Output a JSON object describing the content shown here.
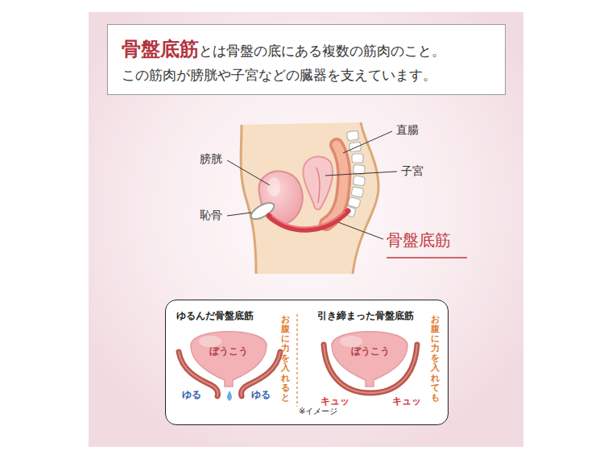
{
  "diagram": {
    "nodes": [
      {
        "text": [
          "骨盤底筋",
          "とは骨盤の底にある複数の筋肉のこと。",
          "この筋肉が膀胱や子宮などの臓器を支えています。"
        ]
      },
      {
        "text": [
          "※イメージ"
        ]
      },
      {
        "text": [
          "ゆるんだ骨盤底筋",
          "ぼうこう"
        ],
        "in": 1
      },
      {
        "text": [
          "引き締まった骨盤底筋",
          "ぼうこう"
        ],
        "in": 1
      }
    ],
    "labels": [
      "膀胱",
      "直腸",
      "子宮",
      "恥骨",
      "骨盤底筋",
      "ゆる",
      "ゆる",
      "お腹に力を入れると",
      "キュッ",
      "キュッ",
      "お腹に力を入れても"
    ]
  }
}
